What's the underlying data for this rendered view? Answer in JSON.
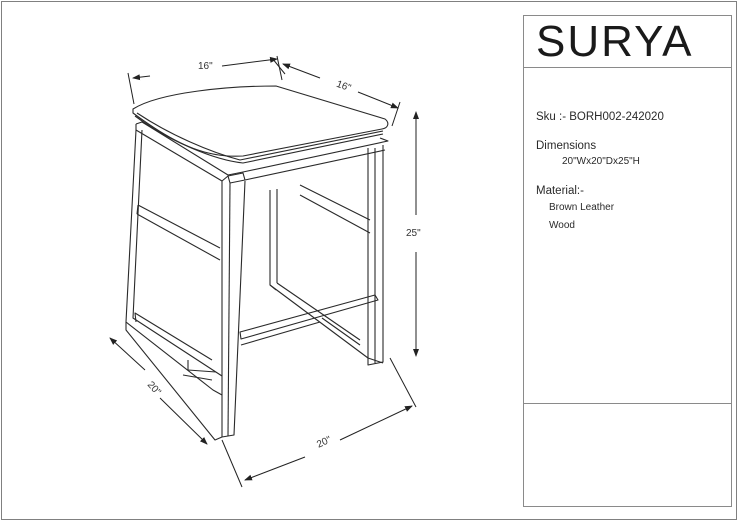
{
  "brand": {
    "name": "SURYA"
  },
  "product": {
    "sku_label": "Sku :- BORH002-242020",
    "dimensions_heading": "Dimensions",
    "dimensions_value": "20\"Wx20\"Dx25\"H",
    "material_heading": "Material:-",
    "materials": [
      "Brown Leather",
      "Wood"
    ]
  },
  "drawing": {
    "subject": "stool-line-drawing",
    "dimensions": {
      "seat_width": "16\"",
      "seat_depth": "16\"",
      "height": "25\"",
      "base_depth": "20\"",
      "base_width": "20\""
    }
  },
  "colors": {
    "line": "#2a2a2a",
    "border": "#8a8a8a",
    "background": "#ffffff"
  }
}
